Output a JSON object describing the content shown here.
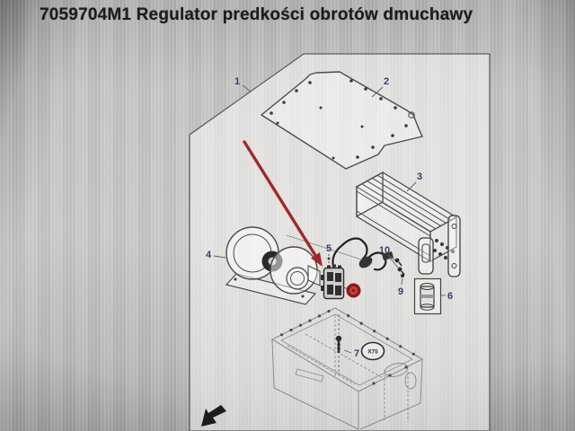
{
  "window": {
    "title": "7059704M1 Regulator predkości obrotów dmuchawy"
  },
  "diagram": {
    "callouts": [
      {
        "label": "1"
      },
      {
        "label": "2"
      },
      {
        "label": "3"
      },
      {
        "label": "4"
      },
      {
        "label": "5"
      },
      {
        "label": "6"
      },
      {
        "label": "7"
      },
      {
        "label": "9"
      },
      {
        "label": "10"
      }
    ],
    "reference_bubble": {
      "label": "X75"
    },
    "highlight": {
      "arrow_color": "#9e2b28",
      "marker_ring": "#8a1b18",
      "marker_fill": "#c0413c"
    }
  }
}
